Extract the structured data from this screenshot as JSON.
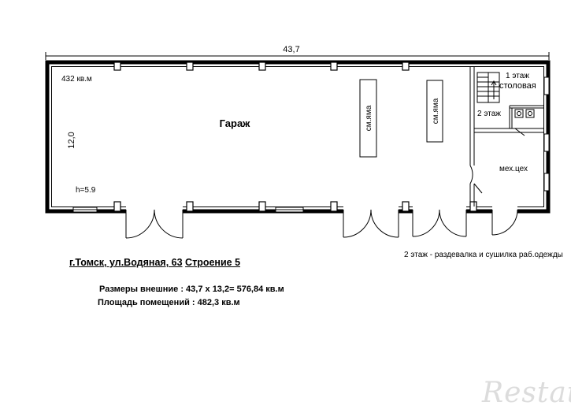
{
  "plan": {
    "length_label": "43,7",
    "width_label": "12,0",
    "area_label": "432 кв.м",
    "garage_label": "Гараж",
    "pit_label": "см.яма",
    "height_label": "h=5.9",
    "floor1_label": "1 этаж",
    "canteen_label": "столовая",
    "floor2_label": "2 этаж",
    "workshop_label": "мех.цех"
  },
  "captions": {
    "address": "г.Томск, ул.Водяная, 63",
    "building": "Строение 5",
    "note": "2 этаж  - раздевалка и сушилка раб.одежды",
    "dims": "Размеры внешние : 43,7 х 13,2= 576,84 кв.м",
    "area": "Площадь помещений :    482,3 кв.м"
  },
  "watermark": "Restate"
}
